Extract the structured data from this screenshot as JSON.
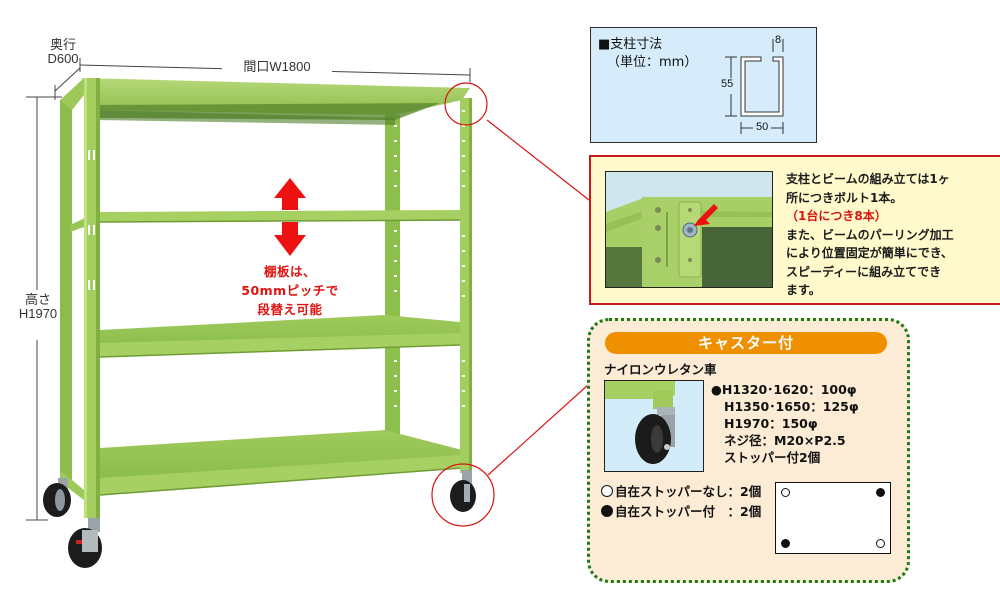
{
  "colors": {
    "shelf_green": "#a7d063",
    "shelf_green_dark": "#7fae40",
    "callout_red": "#d8140e",
    "post_box_bg": "#d6ecfa",
    "bolt_box_bg": "#fff9cc",
    "caster_box_bg": "#fcebd5",
    "caster_border": "#1c7a1c",
    "banner_orange": "#ef9000"
  },
  "dimensions": {
    "depth_label": "奥行",
    "depth_value": "D600",
    "width_label": "間口W1800",
    "height_label": "高さ",
    "height_value": "H1970"
  },
  "shelf_note": {
    "icon": "double-arrow-vertical-icon",
    "lines": [
      "棚板は、",
      "50mmピッチで",
      "段替え可能"
    ]
  },
  "post_dimensions": {
    "title": "■支柱寸法",
    "unit": "（単位：mm）",
    "dim_flange": "8",
    "dim_height": "55",
    "dim_width": "50"
  },
  "bolt_info": {
    "line1": "支柱とビームの組み立ては1ヶ",
    "line2": "所につきボルト1本。",
    "line3_red": "（1台につき8本）",
    "line4": "また、ビームのパーリング加工",
    "line5": "により位置固定が簡単にでき、",
    "line6": "スピーディーに組み立てでき",
    "line7": "ます。"
  },
  "caster": {
    "banner": "キャスター付",
    "type": "ナイロンウレタン車",
    "specs": [
      "●H1320･1620：100φ",
      "H1350･1650：125φ",
      "H1970：150φ",
      "ネジ径：M20×P2.5",
      "ストッパー付2個"
    ],
    "legend": [
      {
        "symbol": "open",
        "label": "自在ストッパーなし：2個"
      },
      {
        "symbol": "filled",
        "label": "自在ストッパー付　：2個"
      }
    ],
    "layout": {
      "top_left": "open",
      "top_right": "filled",
      "bottom_left": "filled",
      "bottom_right": "open"
    }
  }
}
